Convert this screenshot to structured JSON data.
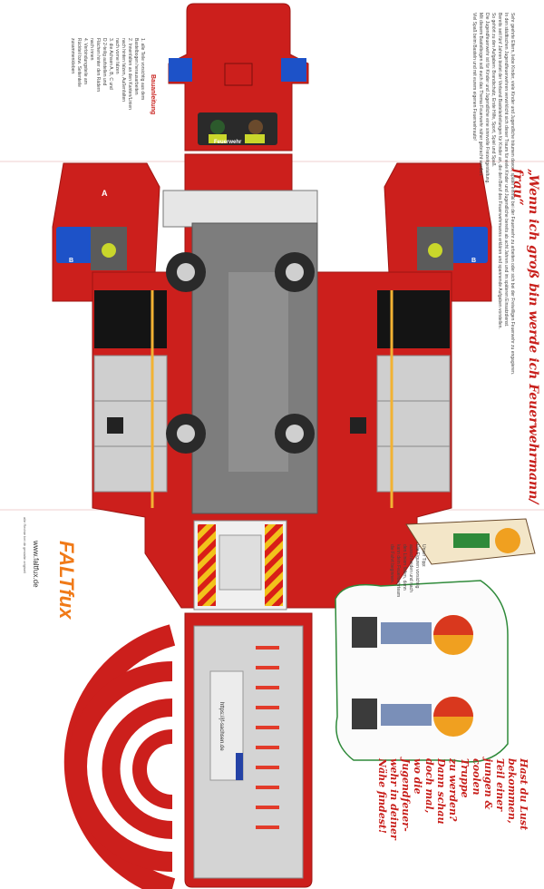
{
  "sheet": {
    "instructions_title": "Bauanleitung",
    "instructions_steps": [
      "1. alle Teile vorsichtig aus dem",
      "Bastelbogen herausarbeiten",
      "2. Innenfalten an den Kanten/Linien",
      "nach hinten falzen, Außenfalten",
      "nach vorne falzen",
      "3. die Achsen A, B, C und",
      "D 2-teilig aufstellen und",
      "Flächen hinter den Rädern",
      "nach innen",
      "4. Verbindungsteile am",
      "Rückteil bzw. Seitenteile",
      "zusammenkleben"
    ],
    "intro_paragraphs": [
      "Sehr geehrte Eltern, liebe Kinder, viele Kinder und Jugendliche träumen davon, später einmal bei der Feuerwehr zu arbeiten oder sich bei der Freiwilligen Feuerwehr zu engagieren.",
      "In den städtischen Jugendfeuerwehren verwirklicht sich dieser Traum für viele Kinder und Jugendliche bereits ab acht Jahren und im späteren Einsatzdienst.",
      "Bereits seit fünf Jahren bietet der Verband Bastelanleitungen für Kinder an, die den Beruf des Feuerwehrmanns erklären und spannende Aufgaben vorstellen.",
      "So gehört zu den Aufgaben: Brandschutz, Erste Hilfe, Sport, Spiel und Spaß.",
      "Die Jugendfeuerwehr ist für Kinder und Jugendliche eine sinnvolle Freizeitgestaltung.",
      "Mit diesem Bastelbogen soll euch das Thema Feuerwehr näher gebracht werden.",
      "Viel Spaß beim Basteln und mit eurem eigenen Feuerwehrauto!"
    ],
    "headline": "„Wenn ich groß bin werde ich Feuerwehrmann/ frau“",
    "tip_text": [
      "Unser Tipp:",
      "Die Figuren vorsichtig",
      "ausschneiden und nach",
      "den Linien falten, dann",
      "kann dein Feuerwehrteam",
      "die Fahrt beginnen."
    ],
    "slogan_lines": [
      "Hast du Lust",
      "bekommen,",
      "Teil einer",
      "jungen &",
      "coolen",
      "Truppe",
      "zu werden?",
      "Dann schau",
      "doch mal,",
      "wo die",
      "Jugendfeuer-",
      "wehr in deiner",
      "Nähe findest!"
    ],
    "cab_sign": "Feuerwehr",
    "url_on_truck": "https://jf-sachsen.de",
    "brand_name": "FALTfux",
    "brand_url": "www.faltfux.de",
    "brand_tagline": "alle Rechte bei dir gestalte originell",
    "letter_a": "A",
    "letter_b": "B",
    "colors": {
      "truck_red": "#cc1f1c",
      "dark_red": "#9e1512",
      "grey": "#8a8a8a",
      "blue": "#1d52c8",
      "yellow": "#f2b233"
    }
  }
}
